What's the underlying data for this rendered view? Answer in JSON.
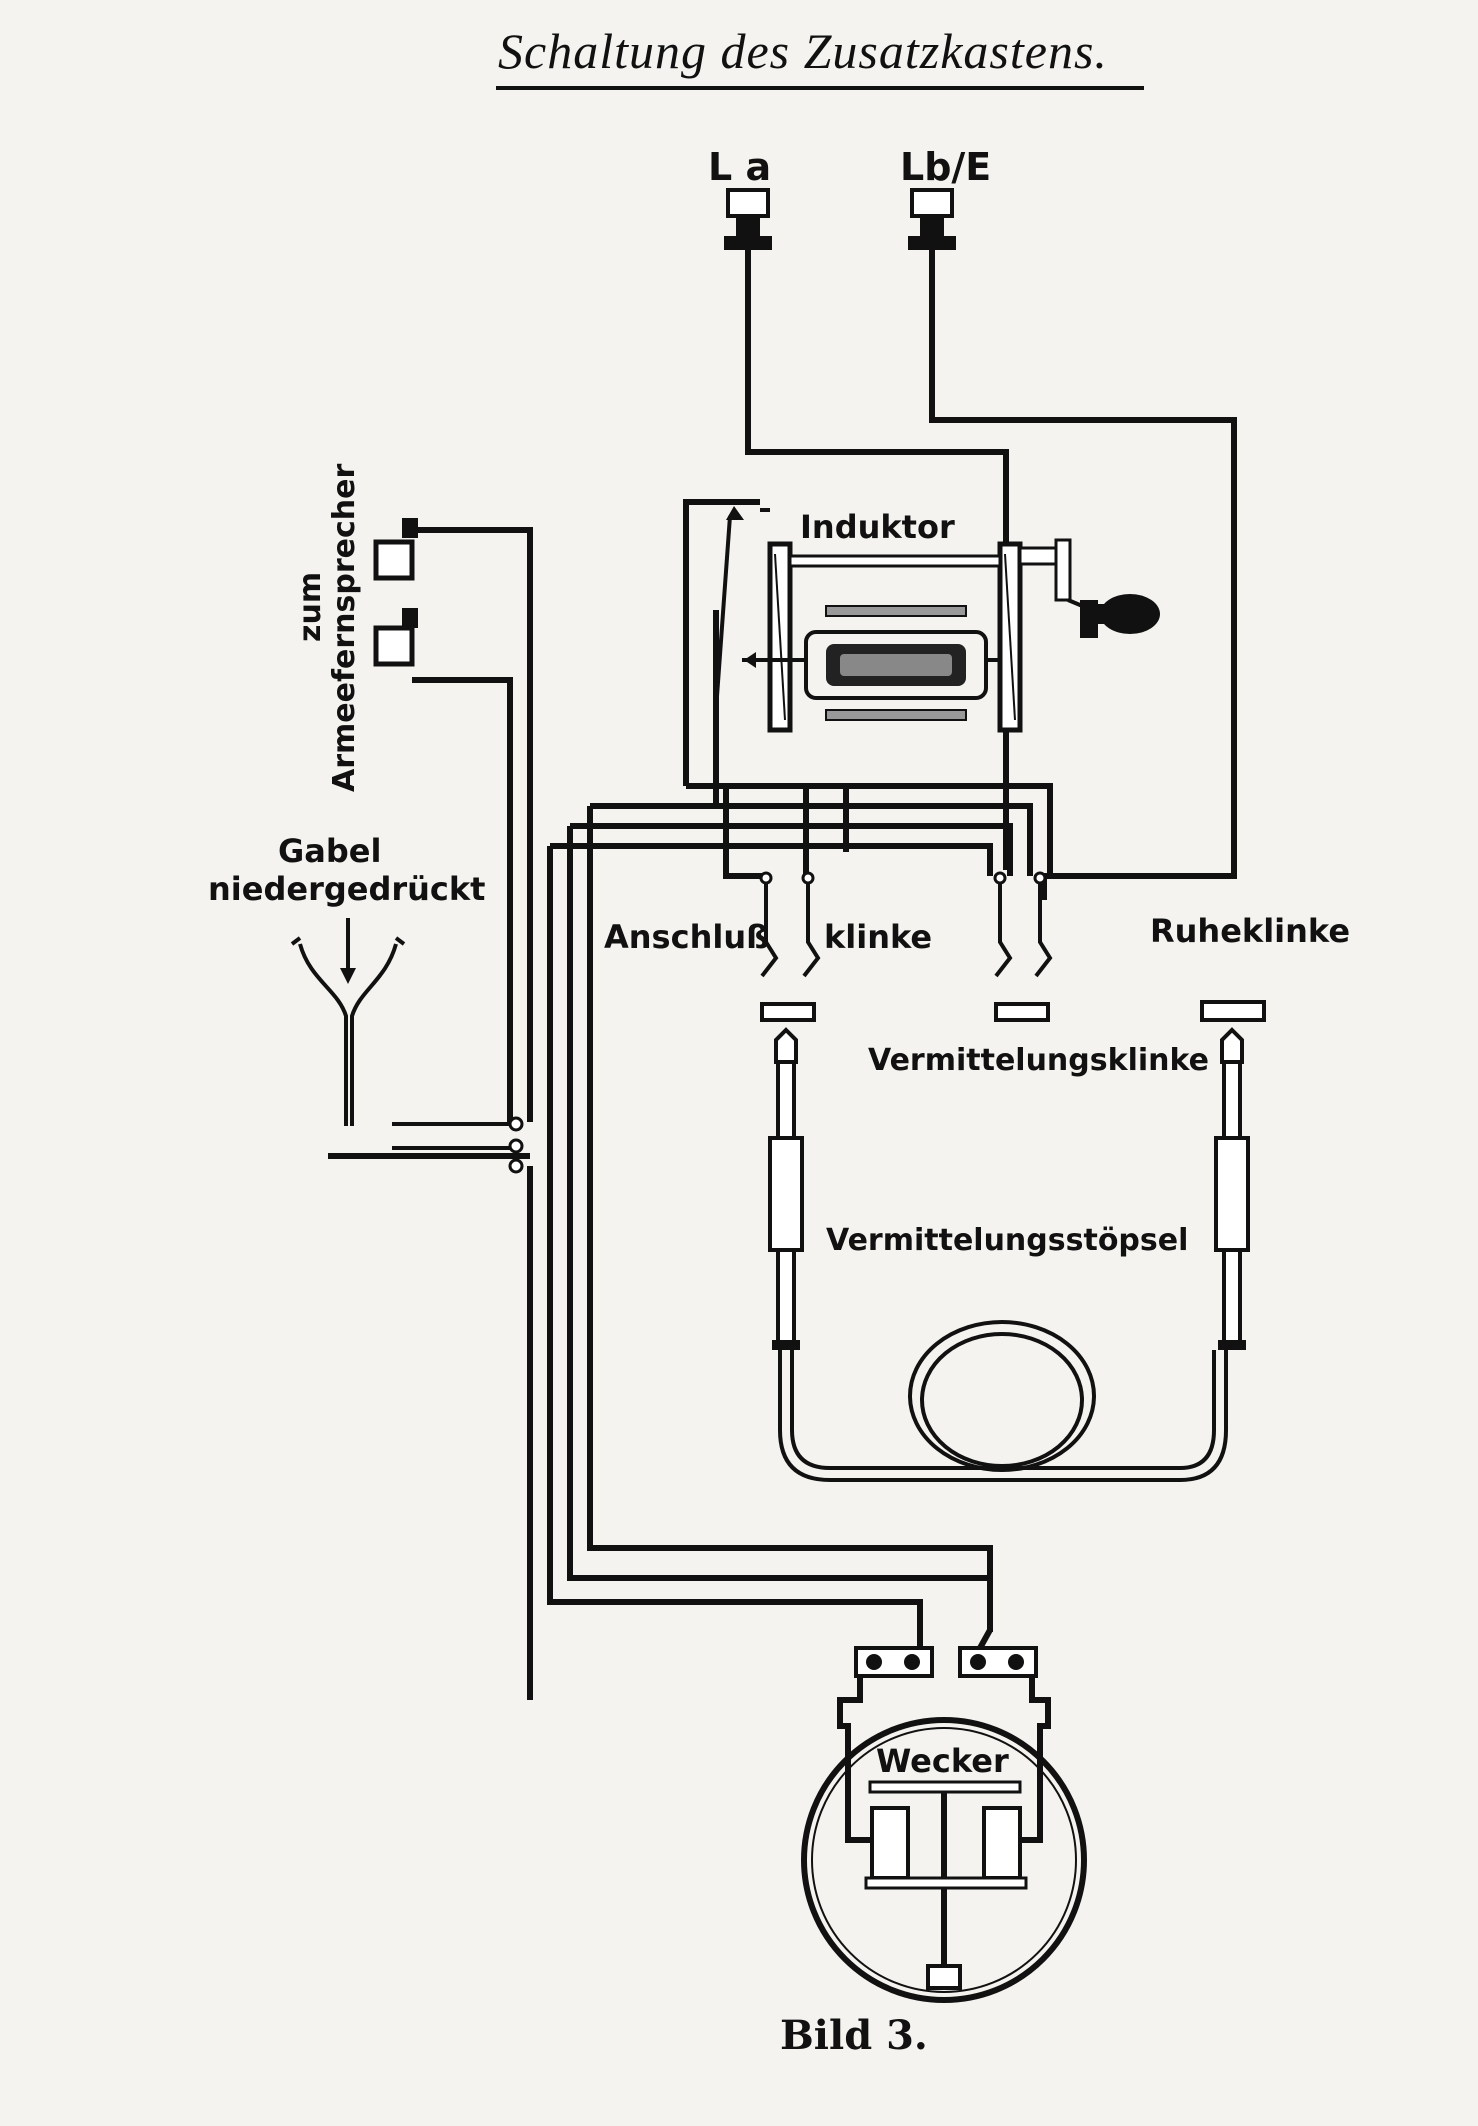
{
  "title": "Schaltung des Zusatzkastens.",
  "caption": "Bild 3.",
  "terminals": {
    "la": "L a",
    "lb_e": "Lb/E"
  },
  "labels": {
    "induktor": "Induktor",
    "zum": "zum",
    "armeefernsprecher": "Armeefernsprecher",
    "gabel": "Gabel",
    "niedergedrueckt": "niedergedrückt",
    "anschluss": "Anschluß",
    "klinke": "klinke",
    "ruheklinke": "Ruheklinke",
    "vermittelungsklinke": "Vermittelungsklinke",
    "vermittelungsstoepsel": "Vermittelungsstöpsel",
    "wecker": "Wecker"
  }
}
